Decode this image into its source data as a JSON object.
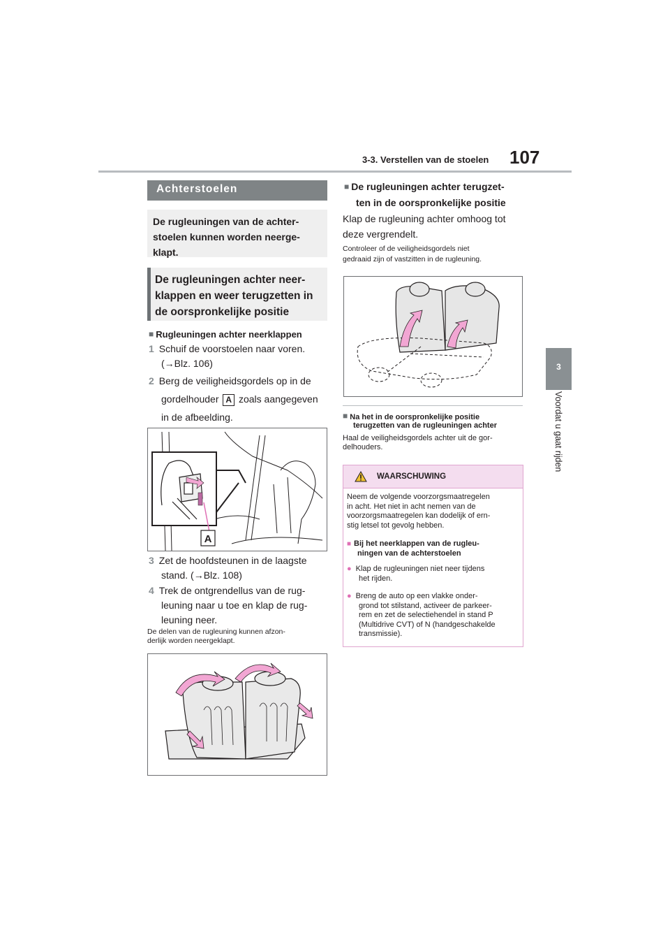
{
  "header": {
    "section": "3-3. Verstellen van de stoelen",
    "page_number": "107"
  },
  "side_tab": {
    "chapter_number": "3",
    "chapter_title": "Voordat u gaat rijden"
  },
  "left": {
    "title": "Achterstoelen",
    "intro": "De rugleuningen van de achter-stoelen kunnen worden neerge-klapt.",
    "intro_lines": [
      "De rugleuningen van de achter-",
      "stoelen kunnen worden neerge-",
      "klapt."
    ],
    "subsection_lines": [
      "De rugleuningen achter neer-",
      "klappen en weer terugzetten in",
      "de oorspronkelijke positie"
    ],
    "fold_heading": "Rugleuningen achter neerklappen",
    "steps": [
      {
        "num": "1",
        "lines": [
          "Schuif de voorstoelen naar voren.",
          "(→Blz. 106)"
        ]
      },
      {
        "num": "2",
        "line1": "Berg de veiligheidsgordels op in de",
        "line2_pre": "gordelhouder",
        "badge": "A",
        "line2_post": "zoals aangegeven",
        "line3": "in de afbeelding."
      },
      {
        "num": "3",
        "lines": [
          "Zet de hoofdsteunen in de laagste",
          "stand. (→Blz. 108)"
        ]
      },
      {
        "num": "4",
        "lines": [
          "Trek de ontgrendellus van de rug-",
          "leuning naar u toe en klap de rug-",
          "leuning neer."
        ]
      }
    ],
    "figure1_label": "A",
    "note_lines": [
      "De delen van de rugleuning kunnen afzon-",
      "derlijk worden neergeklapt."
    ]
  },
  "right": {
    "return_heading_lines": [
      "De rugleuningen achter terugzet-",
      "ten in de oorspronkelijke positie"
    ],
    "return_body_lines": [
      "Klap de rugleuning achter omhoog tot",
      "deze vergrendelt."
    ],
    "return_note_lines": [
      "Controleer of de veiligheidsgordels niet",
      "gedraaid zijn of vastzitten in de rugleuning."
    ],
    "after_heading_lines": [
      "Na het in de oorspronkelijke positie",
      "terugzetten van de rugleuningen achter"
    ],
    "after_body_lines": [
      "Haal de veiligheidsgordels achter uit de gor-",
      "delhouders."
    ],
    "warning": {
      "title": "WAARSCHUWING",
      "intro_lines": [
        "Neem de volgende voorzorgsmaatregelen",
        "in acht. Het niet in acht nemen van de",
        "voorzorgsmaatregelen kan dodelijk of ern-",
        "stig letsel tot gevolg hebben."
      ],
      "sub_heading_lines": [
        "Bij het neerklappen van de rugleu-",
        "ningen van de achterstoelen"
      ],
      "bullets": [
        [
          "Klap de rugleuningen niet neer tijdens",
          "het rijden."
        ],
        [
          "Breng de auto op een vlakke onder-",
          "grond tot stilstand, activeer de parkeer-",
          "rem en zet de selectiehendel in stand P",
          "(Multidrive CVT) of N (handgeschakelde",
          "transmissie)."
        ]
      ]
    }
  },
  "colors": {
    "title_bar": "#7f8486",
    "box_bg": "#efefef",
    "warning_accent": "#e06fb5",
    "warning_bg": "#f4ddef",
    "arrow_pink": "#f2a6d3"
  }
}
